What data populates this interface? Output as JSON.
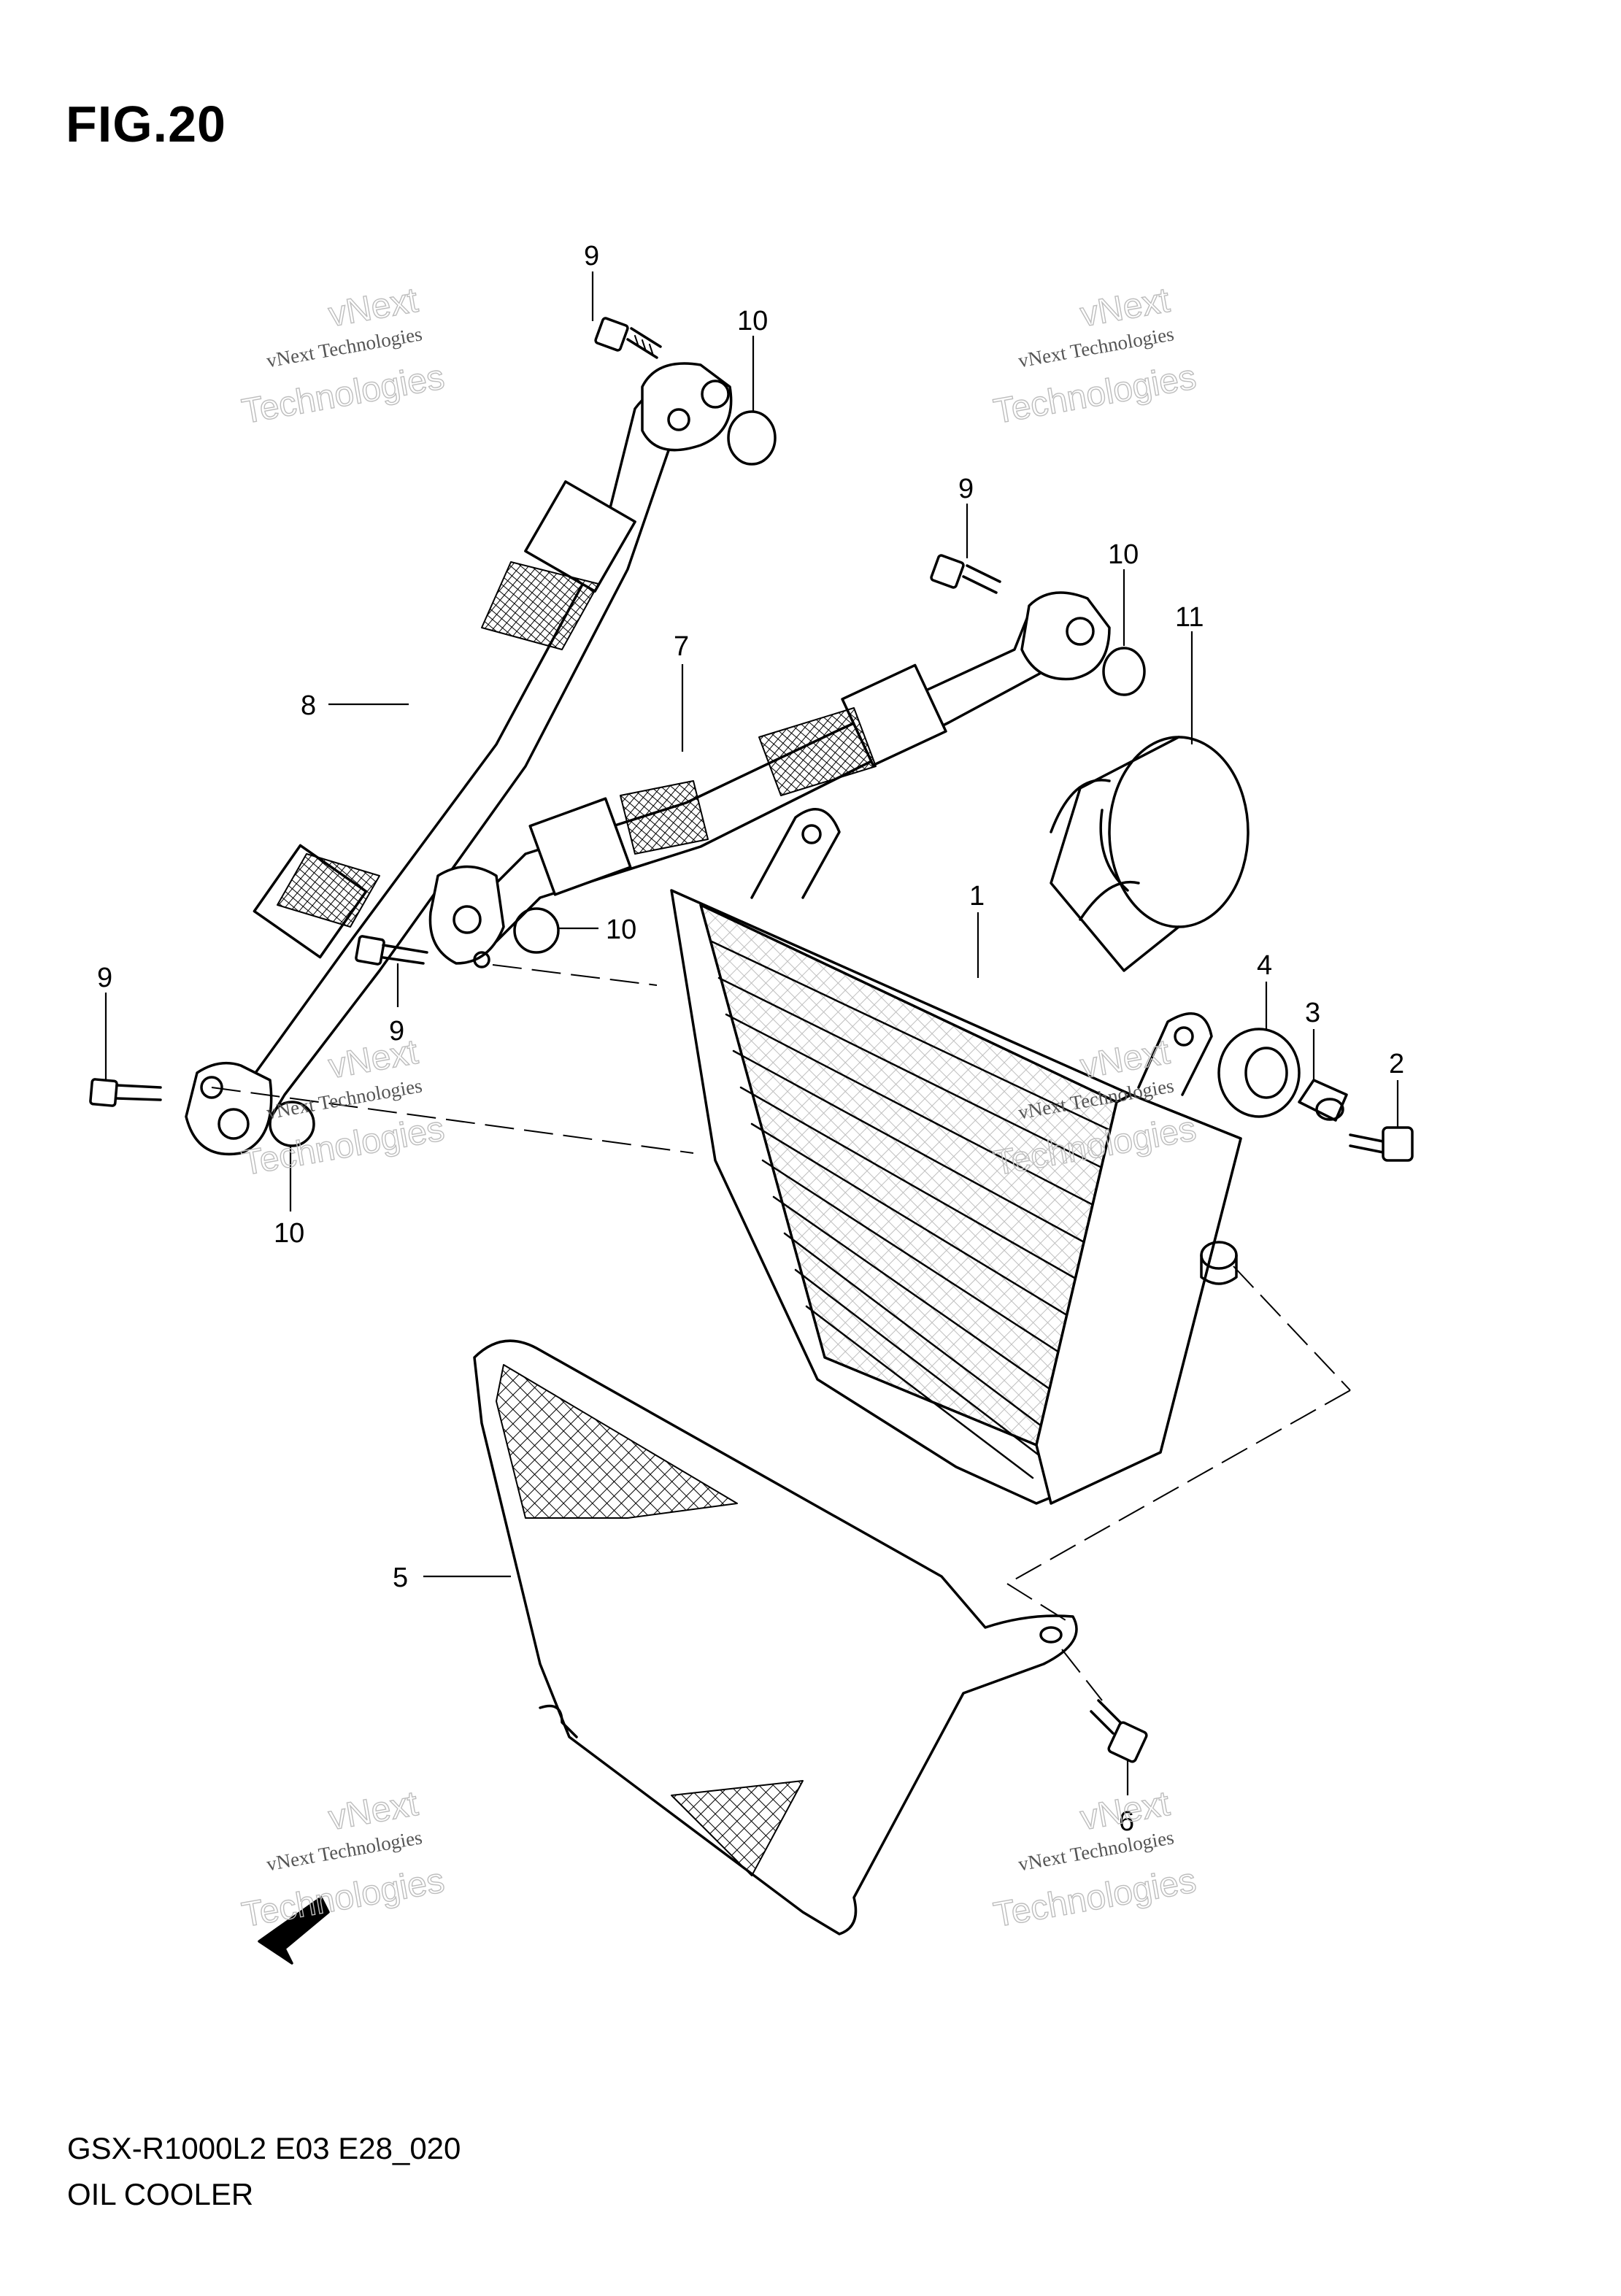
{
  "figure": {
    "title": "FIG.20",
    "model_code": "GSX-R1000L2 E03 E28_020",
    "assembly_name": "OIL COOLER"
  },
  "callouts": [
    {
      "id": "c1",
      "part": "1"
    },
    {
      "id": "c2",
      "part": "2"
    },
    {
      "id": "c3",
      "part": "3"
    },
    {
      "id": "c4",
      "part": "4"
    },
    {
      "id": "c5",
      "part": "5"
    },
    {
      "id": "c6",
      "part": "6"
    },
    {
      "id": "c7",
      "part": "7"
    },
    {
      "id": "c8",
      "part": "8"
    },
    {
      "id": "c9a",
      "part": "9"
    },
    {
      "id": "c9b",
      "part": "9"
    },
    {
      "id": "c9c",
      "part": "9"
    },
    {
      "id": "c9d",
      "part": "9"
    },
    {
      "id": "c10a",
      "part": "10"
    },
    {
      "id": "c10b",
      "part": "10"
    },
    {
      "id": "c10c",
      "part": "10"
    },
    {
      "id": "c10d",
      "part": "10"
    },
    {
      "id": "c11",
      "part": "11"
    }
  ],
  "watermark": {
    "brand": "vNext",
    "line_small": "vNext Technologies",
    "line_big": "Technologies"
  },
  "colors": {
    "ink": "#000000",
    "watermark": "#bdbdbd",
    "background": "#ffffff"
  }
}
